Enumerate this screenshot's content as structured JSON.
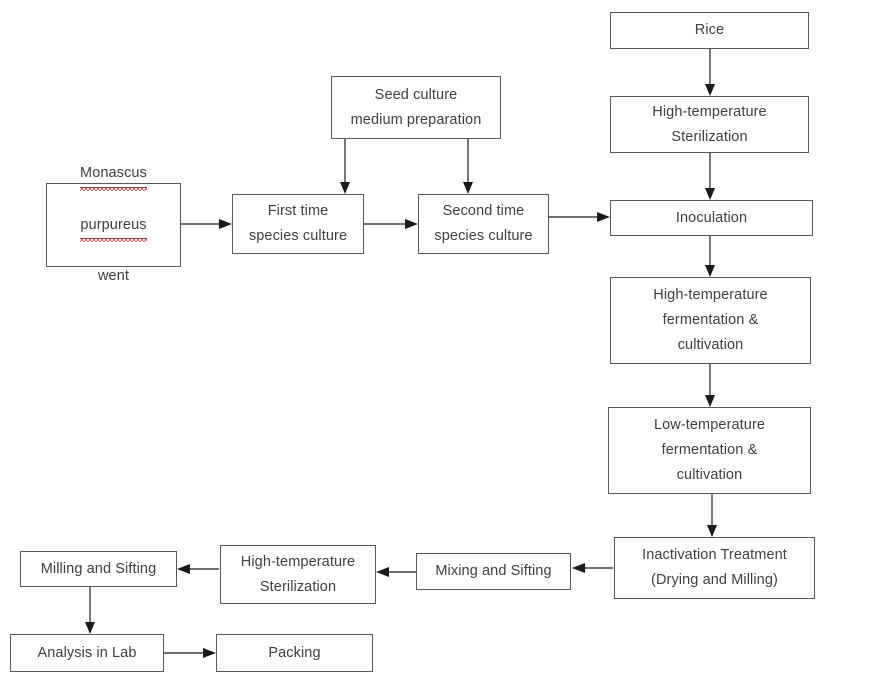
{
  "diagram": {
    "title": "Monascus purpureus red yeast rice production process flowchart",
    "background_color": "#ffffff",
    "box_border_color": "#595959",
    "text_color": "#3f3f3f",
    "arrow_color": "#404040",
    "spellcheck_underline_color": "#d0414a"
  },
  "nodes": {
    "species_strain": {
      "line1": "Monascus",
      "line2": "purpureus",
      "line3": "went"
    },
    "first_culture": {
      "label": "First time\nspecies culture"
    },
    "second_culture": {
      "label": "Second time\nspecies culture"
    },
    "seed_medium": {
      "label": "Seed culture\nmedium preparation"
    },
    "rice": {
      "label": "Rice"
    },
    "sterilization_top": {
      "label": "High-temperature\nSterilization"
    },
    "inoculation": {
      "label": "Inoculation"
    },
    "high_temp_fermentation": {
      "label": "High-temperature\nfermentation &\ncultivation"
    },
    "low_temp_fermentation": {
      "label": "Low-temperature\nfermentation &\ncultivation"
    },
    "inactivation": {
      "label": "Inactivation Treatment\n(Drying and Milling)"
    },
    "mixing_sifting": {
      "label": "Mixing and Sifting"
    },
    "sterilization_bottom": {
      "label": "High-temperature\nSterilization"
    },
    "milling_sifting": {
      "label": "Milling and Sifting"
    },
    "analysis_lab": {
      "label": "Analysis in Lab"
    },
    "packing": {
      "label": "Packing"
    }
  },
  "edges": [
    {
      "from": "species_strain",
      "to": "first_culture",
      "direction": "right"
    },
    {
      "from": "first_culture",
      "to": "second_culture",
      "direction": "right"
    },
    {
      "from": "seed_medium",
      "to": "first_culture",
      "direction": "down"
    },
    {
      "from": "seed_medium",
      "to": "second_culture",
      "direction": "down"
    },
    {
      "from": "second_culture",
      "to": "inoculation",
      "direction": "right"
    },
    {
      "from": "rice",
      "to": "sterilization_top",
      "direction": "down"
    },
    {
      "from": "sterilization_top",
      "to": "inoculation",
      "direction": "down"
    },
    {
      "from": "inoculation",
      "to": "high_temp_fermentation",
      "direction": "down"
    },
    {
      "from": "high_temp_fermentation",
      "to": "low_temp_fermentation",
      "direction": "down"
    },
    {
      "from": "low_temp_fermentation",
      "to": "inactivation",
      "direction": "down"
    },
    {
      "from": "inactivation",
      "to": "mixing_sifting",
      "direction": "left"
    },
    {
      "from": "mixing_sifting",
      "to": "sterilization_bottom",
      "direction": "left"
    },
    {
      "from": "sterilization_bottom",
      "to": "milling_sifting",
      "direction": "left"
    },
    {
      "from": "milling_sifting",
      "to": "analysis_lab",
      "direction": "down"
    },
    {
      "from": "analysis_lab",
      "to": "packing",
      "direction": "right"
    }
  ]
}
